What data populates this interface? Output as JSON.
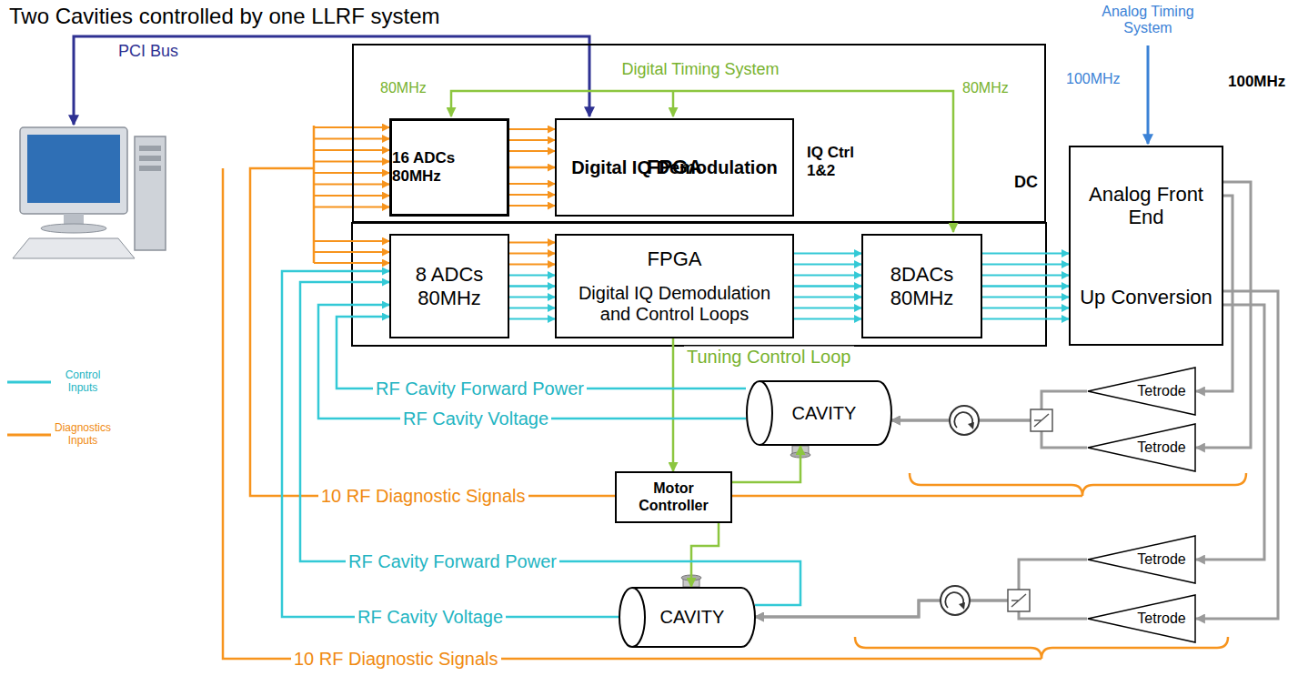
{
  "diagram": {
    "title": "Two Cavities controlled by one LLRF system",
    "nodes": [
      {
        "text": [
          "IQ Ctrl 1&2",
          "DC"
        ]
      },
      {
        "text": [
          "16 ADCs 80MHz"
        ],
        "in": 0
      },
      {
        "text": [
          "FPGA",
          "Digital IQ Demodulation"
        ],
        "in": 0
      },
      {
        "text": [
          "8 ADCs 80MHz"
        ]
      },
      {
        "text": [
          "FPGA",
          "Digital IQ Demodulation and Control Loops"
        ]
      },
      {
        "text": [
          "8DACs 80MHz"
        ]
      },
      {
        "text": [
          "Analog Front End",
          "Up Conversion"
        ]
      },
      {
        "text": [
          "Motor Controller"
        ]
      },
      {
        "text": [
          "CAVITY"
        ]
      },
      {
        "text": [
          "CAVITY"
        ]
      },
      {
        "text": [
          "Tetrode"
        ]
      },
      {
        "text": [
          "Tetrode"
        ]
      },
      {
        "text": [
          "Tetrode"
        ]
      },
      {
        "text": [
          "Tetrode"
        ]
      }
    ],
    "edges": [
      {
        "from": 1,
        "to": 2,
        "arrow": "to"
      },
      {
        "from": 3,
        "to": 4,
        "arrow": "to"
      },
      {
        "from": 4,
        "to": 5,
        "arrow": "to"
      },
      {
        "from": 5,
        "to": 6,
        "arrow": "to"
      },
      {
        "from": 4,
        "to": 7,
        "arrow": "to",
        "label": "Tuning Control Loop"
      },
      {
        "from": 7,
        "to": 8,
        "arrow": "to"
      },
      {
        "from": 7,
        "to": 9,
        "arrow": "to"
      },
      {
        "from": 8,
        "to": 3,
        "arrow": "to",
        "label": "RF Cavity Forward Power"
      },
      {
        "from": 8,
        "to": 3,
        "arrow": "to",
        "label": "RF Cavity Voltage"
      },
      {
        "from": 9,
        "to": 3,
        "arrow": "to",
        "label": "RF Cavity Forward Power"
      },
      {
        "from": 9,
        "to": 3,
        "arrow": "to",
        "label": "RF Cavity Voltage"
      },
      {
        "from": 6,
        "to": 10,
        "arrow": "to"
      },
      {
        "from": 6,
        "to": 11,
        "arrow": "to"
      },
      {
        "from": 6,
        "to": 12,
        "arrow": "to"
      },
      {
        "from": 6,
        "to": 13,
        "arrow": "to"
      },
      {
        "from": 10,
        "to": 8,
        "arrow": "to"
      },
      {
        "from": 11,
        "to": 8,
        "arrow": "to"
      },
      {
        "from": 12,
        "to": 9,
        "arrow": "to"
      },
      {
        "from": 13,
        "to": 9,
        "arrow": "to"
      }
    ],
    "labels": [
      "PCI Bus",
      "Digital Timing System",
      "80MHz",
      "80MHz",
      "Analog Timing System",
      "100MHz",
      "100MHz",
      "10 RF Diagnostic Signals",
      "10 RF Diagnostic Signals"
    ],
    "legend": [
      {
        "text": "Control Inputs"
      },
      {
        "text": "Diagnostics Inputs"
      }
    ]
  }
}
